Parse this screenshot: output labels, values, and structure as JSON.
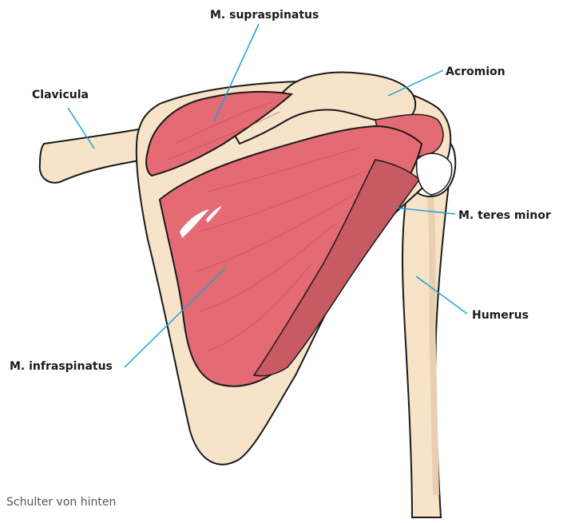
{
  "labels": {
    "supraspinatus": "M. supraspinatus",
    "clavicula": "Clavicula",
    "acromion": "Acromion",
    "teres_minor": "M. teres minor",
    "humerus": "Humerus",
    "infraspinatus": "M. infraspinatus"
  },
  "caption": "Schulter von hinten",
  "colors": {
    "bone": "#f7e3c8",
    "bone_shade": "#e8cfb0",
    "muscle": "#e46a73",
    "muscle_dark": "#b94c55",
    "outline": "#1a1a1a",
    "leader": "#1aa3d9",
    "tendon": "#ffffff"
  }
}
